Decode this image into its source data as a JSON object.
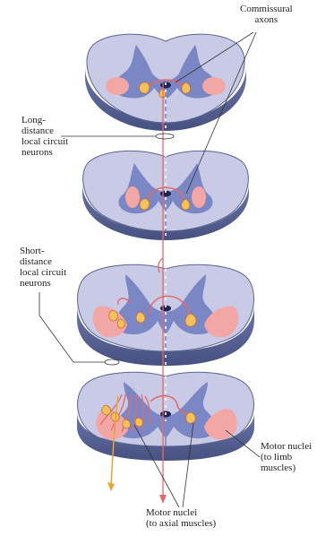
{
  "labels": {
    "commissural_axons": "Commissural\naxons",
    "long_distance": "Long-\ndistance\nlocal circuit\nneurons",
    "short_distance": "Short-\ndistance\nlocal circuit\nneurons",
    "motor_limb": "Motor nuclei\n(to limb\nmuscles)",
    "motor_axial": "Motor nuclei\n(to axial muscles)"
  },
  "colors": {
    "white_matter": "#c9cbe6",
    "gray_matter": "#7b86c4",
    "section_edge": "#5a648f",
    "section_side": "#5b6697",
    "motor_nuclei": "#f2a7a6",
    "cell_body": "#f3c15b",
    "neuron_outline": "#c26d38",
    "axon_long": "#e36a6a",
    "axon_short": "#f0a030"
  }
}
